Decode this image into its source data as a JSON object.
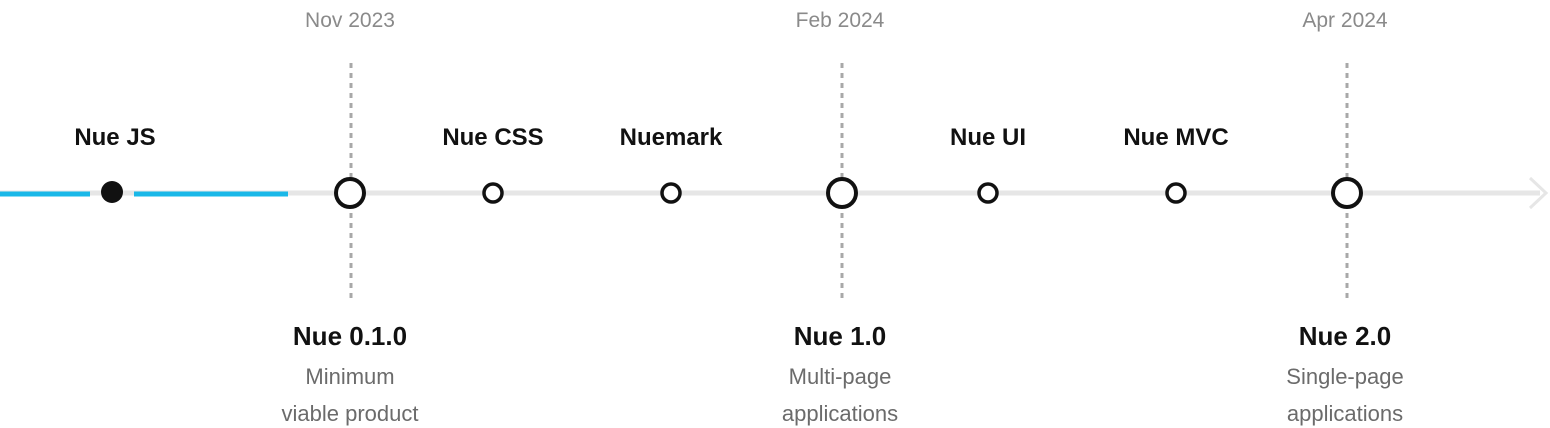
{
  "timeline": {
    "colors": {
      "accent": "#1ab8e8",
      "track": "#e6e6e6",
      "node": "#111111",
      "dashed": "#a8a8a8",
      "date": "#8a8a8a",
      "desc": "#6b6b6b"
    },
    "current": {
      "label": "Nue JS"
    },
    "milestones": [
      {
        "label": "Nue CSS"
      },
      {
        "label": "Nuemark"
      },
      {
        "label": "Nue UI"
      },
      {
        "label": "Nue MVC"
      }
    ],
    "releases": [
      {
        "date": "Nov 2023",
        "title": "Nue 0.1.0",
        "desc_line1": "Minimum",
        "desc_line2": "viable product"
      },
      {
        "date": "Feb 2024",
        "title": "Nue 1.0",
        "desc_line1": "Multi-page",
        "desc_line2": "applications"
      },
      {
        "date": "Apr 2024",
        "title": "Nue 2.0",
        "desc_line1": "Single-page",
        "desc_line2": "applications"
      }
    ]
  }
}
